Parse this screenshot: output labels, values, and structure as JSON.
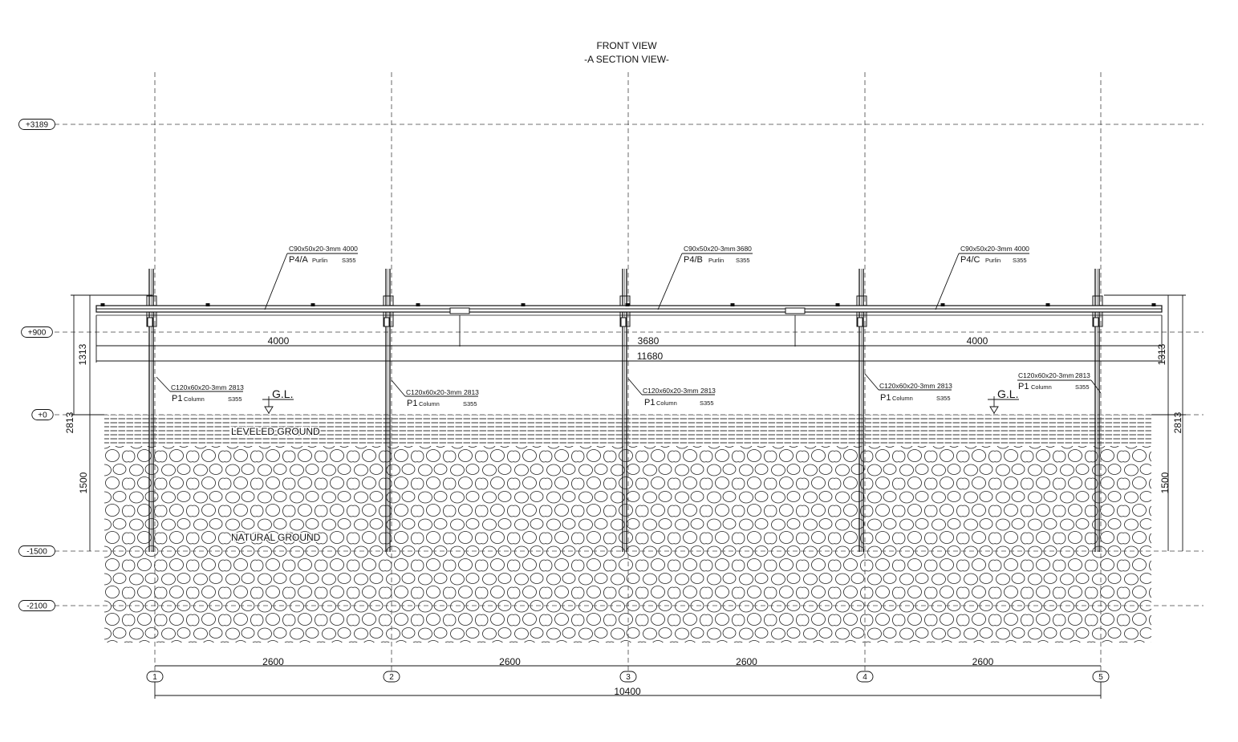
{
  "title": "FRONT VIEW",
  "subtitle": "-A SECTION VIEW-",
  "levels": [
    {
      "label": "+3189",
      "value": 3189
    },
    {
      "label": "+900",
      "value": 900
    },
    {
      "label": "+0",
      "value": 0
    },
    {
      "label": "-1500",
      "value": -1500
    },
    {
      "label": "-2100",
      "value": -2100
    }
  ],
  "grid_axes": [
    "1",
    "2",
    "3",
    "4",
    "5"
  ],
  "bay_dims": [
    "2600",
    "2600",
    "2600",
    "2600"
  ],
  "total_span": "10400",
  "purlin_dims": [
    "4000",
    "3680",
    "4000"
  ],
  "purlin_total": "11680",
  "side_dims": {
    "upper": "1313",
    "lower": "1500",
    "total": "2813"
  },
  "purlins": [
    {
      "profile": "C90x50x20-3mm",
      "length": "4000",
      "mark": "P4/A",
      "type": "Purlin",
      "grade": "S355"
    },
    {
      "profile": "C90x50x20-3mm",
      "length": "3680",
      "mark": "P4/B",
      "type": "Purlin",
      "grade": "S355"
    },
    {
      "profile": "C90x50x20-3mm",
      "length": "4000",
      "mark": "P4/C",
      "type": "Purlin",
      "grade": "S355"
    }
  ],
  "columns": [
    {
      "profile": "C120x60x20-3mm",
      "length": "2813",
      "mark": "P1",
      "type": "Column",
      "grade": "S355"
    },
    {
      "profile": "C120x60x20-3mm",
      "length": "2813",
      "mark": "P1",
      "type": "Column",
      "grade": "S355"
    },
    {
      "profile": "C120x60x20-3mm",
      "length": "2813",
      "mark": "P1",
      "type": "Column",
      "grade": "S355"
    },
    {
      "profile": "C120x60x20-3mm",
      "length": "2813",
      "mark": "P1",
      "type": "Column",
      "grade": "S355"
    },
    {
      "profile": "C120x60x20-3mm",
      "length": "2813",
      "mark": "P1",
      "type": "Column",
      "grade": "S355"
    }
  ],
  "ground_labels": {
    "leveled": "LEVELED GROUND",
    "natural": "NATURAL GROUND",
    "gl": "G.L."
  },
  "colors": {
    "line": "#111111",
    "dash": "#444444",
    "background": "#ffffff"
  }
}
